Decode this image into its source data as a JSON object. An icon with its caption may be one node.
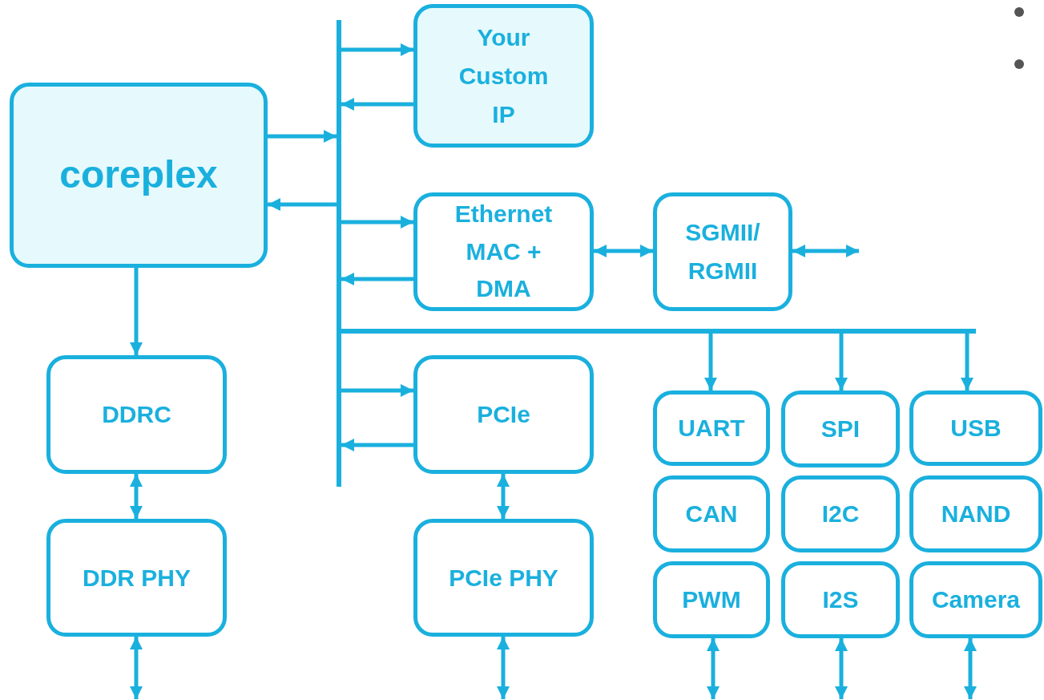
{
  "diagram": {
    "nodes": [
      {
        "text": [
          "coreplex"
        ]
      },
      {
        "text": [],
        "shape": "bar"
      },
      {
        "text": [
          "Your Custom IP"
        ]
      },
      {
        "text": [
          "Ethernet MAC + DMA"
        ]
      },
      {
        "text": [
          "SGMII/ RGMII"
        ]
      },
      {
        "text": [
          "DDRC"
        ]
      },
      {
        "text": [
          "DDR PHY"
        ]
      },
      {
        "text": [
          "PCIe"
        ]
      },
      {
        "text": [
          "PCIe PHY"
        ]
      },
      {
        "text": [],
        "shape": "bar"
      },
      {
        "text": [
          "UART"
        ]
      },
      {
        "text": [
          "SPI"
        ]
      },
      {
        "text": [
          "USB"
        ]
      },
      {
        "text": [
          "CAN"
        ]
      },
      {
        "text": [
          "I2C"
        ]
      },
      {
        "text": [
          "NAND"
        ]
      },
      {
        "text": [
          "PWM"
        ]
      },
      {
        "text": [
          "I2S"
        ]
      },
      {
        "text": [
          "Camera"
        ]
      }
    ],
    "edges": [
      {
        "from": 1,
        "to": 2,
        "arrow": "to"
      },
      {
        "from": 2,
        "to": 1,
        "arrow": "to"
      },
      {
        "from": 0,
        "to": 1,
        "arrow": "to"
      },
      {
        "from": 1,
        "to": 0,
        "arrow": "to"
      },
      {
        "from": 1,
        "to": 3,
        "arrow": "to"
      },
      {
        "from": 3,
        "to": 1,
        "arrow": "to"
      },
      {
        "from": 3,
        "to": 4,
        "arrow": "both"
      },
      {
        "from": 4,
        "to": null,
        "arrow": "both"
      },
      {
        "from": 0,
        "to": 5,
        "arrow": "to"
      },
      {
        "from": 5,
        "to": 6,
        "arrow": "both"
      },
      {
        "from": 6,
        "to": null,
        "arrow": "both"
      },
      {
        "from": 1,
        "to": 7,
        "arrow": "to"
      },
      {
        "from": 7,
        "to": 1,
        "arrow": "to"
      },
      {
        "from": 7,
        "to": 8,
        "arrow": "both"
      },
      {
        "from": 8,
        "to": null,
        "arrow": "both"
      },
      {
        "from": 9,
        "to": 10,
        "arrow": "to"
      },
      {
        "from": 9,
        "to": 11,
        "arrow": "to"
      },
      {
        "from": 9,
        "to": 12,
        "arrow": "to"
      },
      {
        "from": 16,
        "to": null,
        "arrow": "both"
      },
      {
        "from": 17,
        "to": null,
        "arrow": "both"
      },
      {
        "from": 18,
        "to": null,
        "arrow": "both"
      }
    ]
  }
}
